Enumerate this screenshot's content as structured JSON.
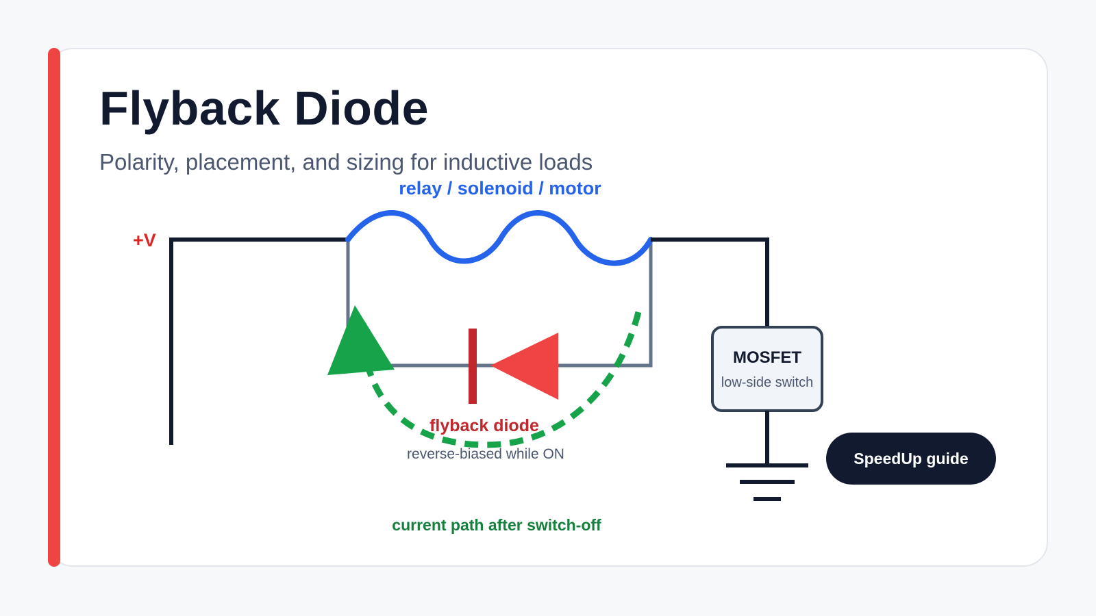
{
  "title": "Flyback Diode",
  "subtitle": "Polarity, placement, and sizing for inductive loads",
  "diagram": {
    "supply_label": "+V",
    "load_label": "relay / solenoid / motor",
    "switch_label": "MOSFET",
    "switch_sublabel": "low-side switch",
    "diode_label": "flyback diode",
    "diode_sublabel": "reverse-biased while ON",
    "current_path_label": "current path after switch-off"
  },
  "cta": {
    "label": "SpeedUp guide"
  },
  "colors": {
    "accent": "#ef4444",
    "wire": "#111a2e",
    "coil": "#2563eb",
    "diode": "#ef4444",
    "diode_label": "#c0282d",
    "current_path": "#16a34a",
    "current_label": "#15803d"
  }
}
